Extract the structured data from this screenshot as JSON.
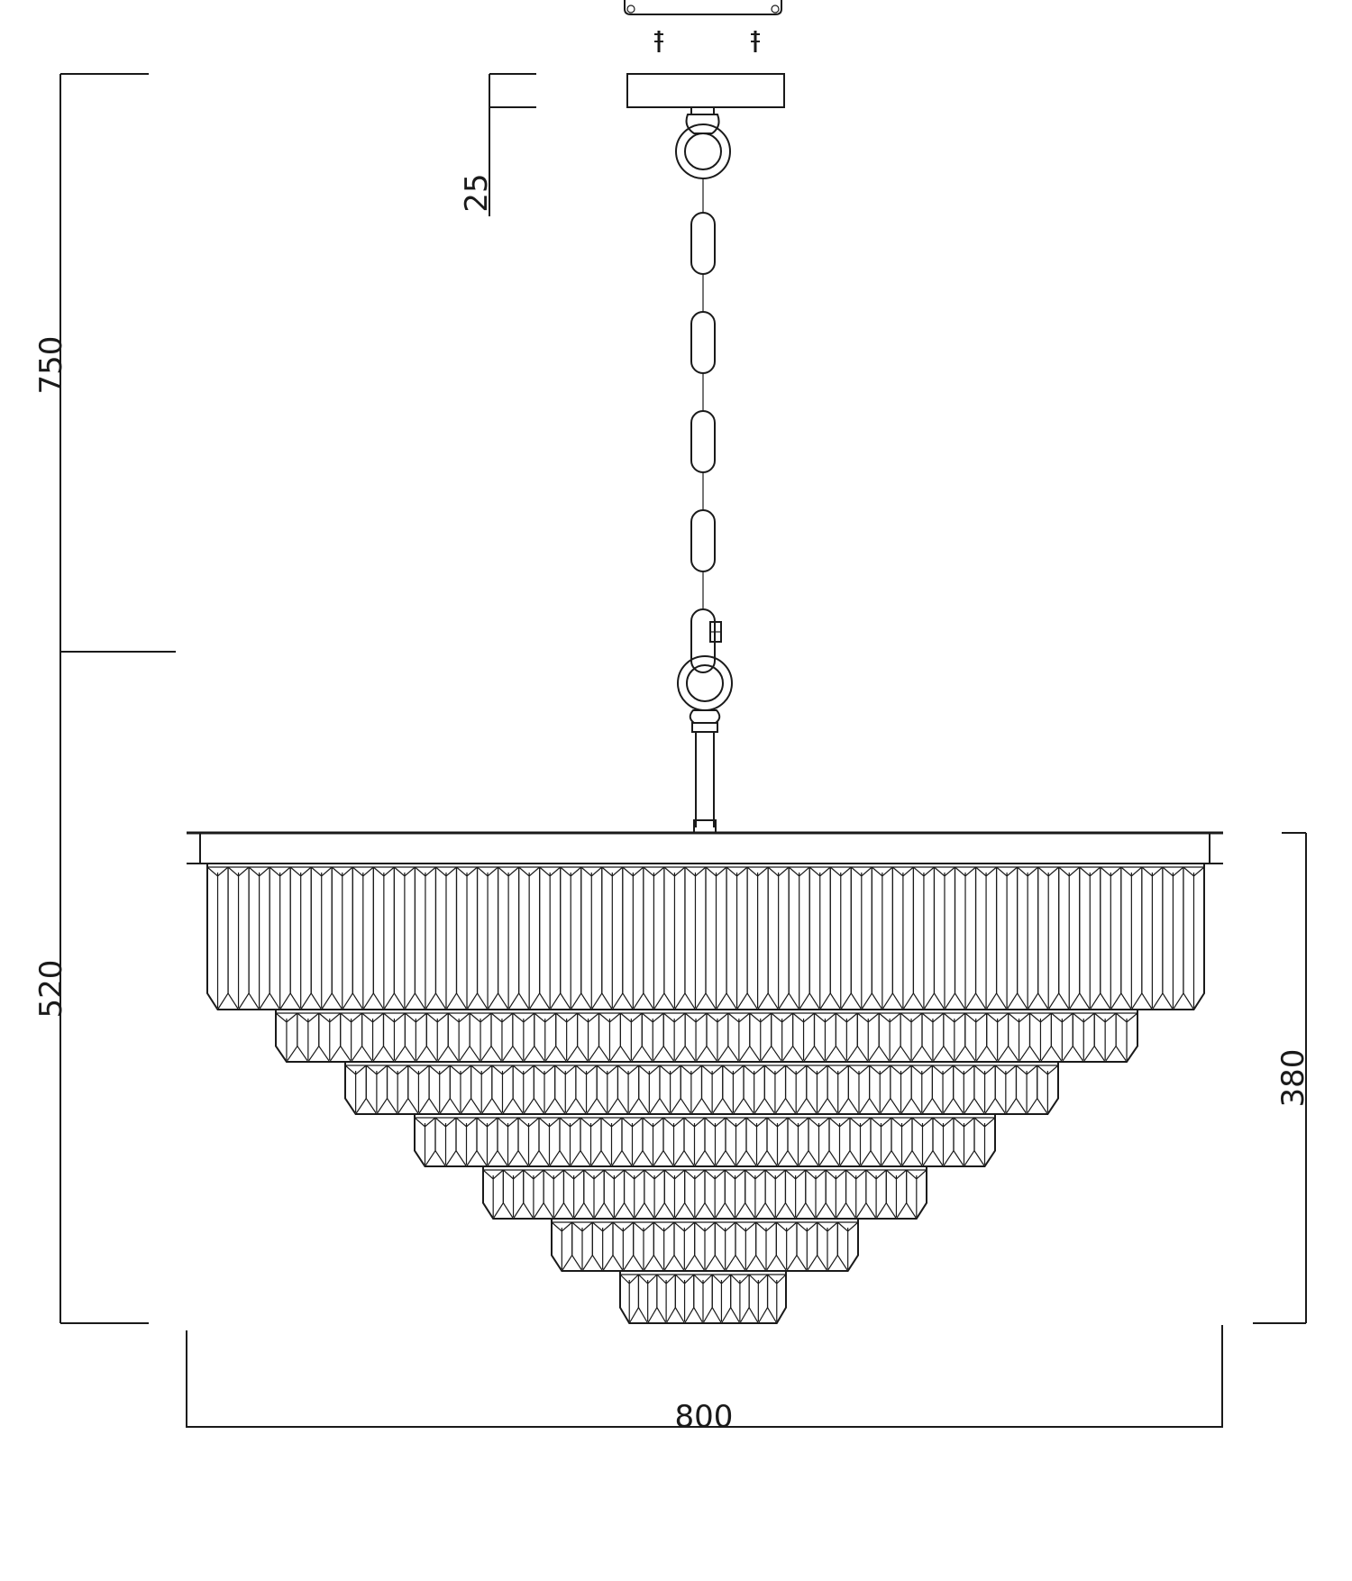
{
  "drawing": {
    "dimensions": {
      "total_height": "750",
      "canopy_thickness": "25",
      "body_height": "520",
      "crystal_height": "380",
      "width": "800"
    },
    "tiers": [
      {
        "prisms": 48
      },
      {
        "prisms": 40
      },
      {
        "prisms": 34
      },
      {
        "prisms": 28
      },
      {
        "prisms": 22
      },
      {
        "prisms": 15
      },
      {
        "prisms": 9
      }
    ],
    "chain_links": 5,
    "line_color": "#1a1a1a"
  }
}
